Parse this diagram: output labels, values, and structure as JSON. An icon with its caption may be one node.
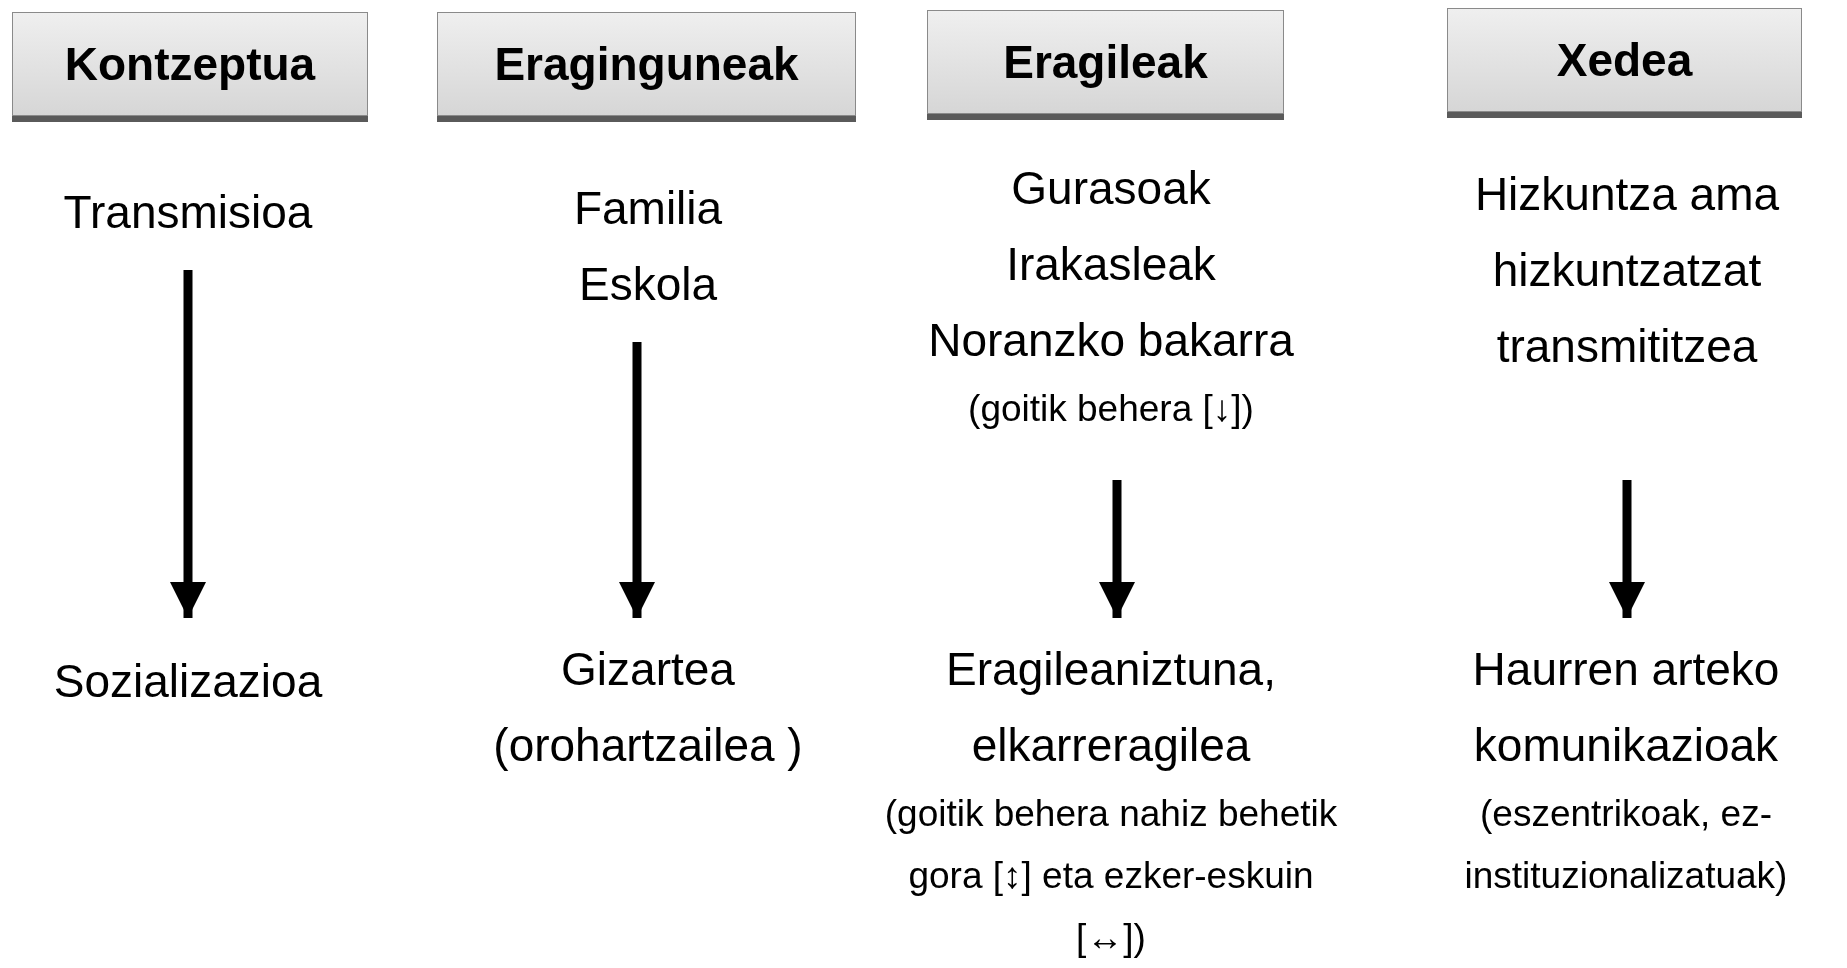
{
  "diagram": {
    "nodes": [
      {
        "text": [
          "Kontzeptua"
        ]
      },
      {
        "text": [
          "Eraginguneak"
        ]
      },
      {
        "text": [
          "Eragileak"
        ]
      },
      {
        "text": [
          "Xedea"
        ]
      },
      {
        "text": [
          "Transmisioa"
        ]
      },
      {
        "text": [
          "Familia",
          "Eskola"
        ]
      },
      {
        "text": [
          "Gurasoak",
          "Irakasleak",
          "Noranzko bakarra",
          "(goitik behera [↓])"
        ]
      },
      {
        "text": [
          "Hizkuntza ama hizkuntzatzat transmititzea"
        ]
      },
      {
        "text": [
          "Sozializazioa"
        ]
      },
      {
        "text": [
          "Gizartea",
          "(orohartzailea )"
        ]
      },
      {
        "text": [
          "Eragileaniztuna, elkarreragilea",
          "(goitik behera nahiz behetik gora [↕] eta ezker-eskuin [↔])"
        ]
      },
      {
        "text": [
          "Haurren arteko komunikazioak",
          "(eszentrikoak, ez-instituzionalizatuak)"
        ]
      }
    ],
    "edges": [
      {
        "from": 4,
        "to": 8,
        "arrow": "to"
      },
      {
        "from": 5,
        "to": 9,
        "arrow": "to"
      },
      {
        "from": 6,
        "to": 10,
        "arrow": "to"
      },
      {
        "from": 7,
        "to": 11,
        "arrow": "to"
      }
    ]
  }
}
